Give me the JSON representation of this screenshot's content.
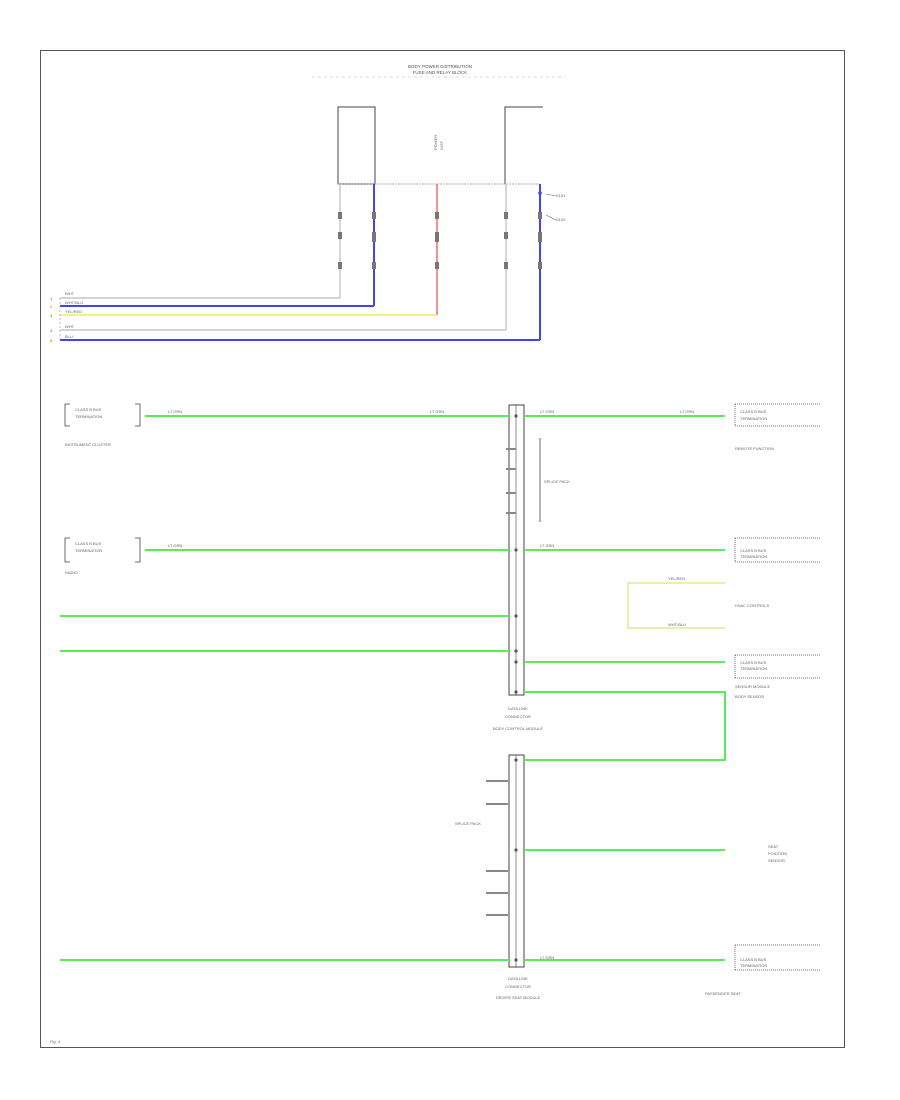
{
  "diagram": {
    "header_line1": "BODY POWER DISTRIBUTION",
    "header_line2": "FUSE AND RELAY BLOCK",
    "page_ref": "Fig. 4",
    "top_connector": {
      "mid_label_1": "POWER",
      "mid_label_2": "DIST",
      "splice_1": "S101",
      "splice_2": "S102"
    },
    "left_wires": [
      {
        "label": "WHT",
        "code": "1"
      },
      {
        "label": "WHT/BLU",
        "code": "2"
      },
      {
        "label": "YEL/RED",
        "code": "3"
      },
      {
        "label": "WHT",
        "code": "4"
      },
      {
        "label": "BLU",
        "code": "5"
      }
    ],
    "modules": [
      {
        "line1": "CLASS B BUS",
        "line2": "TERMINATION",
        "caption": "INSTRUMENT CLUSTER"
      },
      {
        "line1": "CLASS B BUS",
        "line2": "TERMINATION",
        "caption": "RADIO"
      },
      {
        "line1": "CLASS B BUS",
        "line2": "TERMINATION",
        "caption": "REMOTE FUNCTION"
      },
      {
        "line1": "CLASS B BUS",
        "line2": "TERMINATION",
        "caption": "HVAC CONTROLS"
      },
      {
        "line1": "CLASS B BUS",
        "line2": "TERMINATION",
        "caption": "SENSOR MODULE"
      },
      {
        "line1": "CLASS B BUS",
        "line2": "TERMINATION",
        "caption": "PASSENGER SEAT"
      }
    ],
    "splice_block_1": {
      "line1": "DATA LINK",
      "line2": "CONNECTOR",
      "line3": "BODY CONTROL MODULE",
      "side_label": "SPLICE PACK"
    },
    "splice_block_2": {
      "line1": "DATA LINK",
      "line2": "CONNECTOR",
      "line3": "DRIVER SEAT MODULE",
      "side_label": "SPLICE PACK"
    },
    "wire_color_label": "LT GRN",
    "hvac_wires": {
      "a": "YEL/RED",
      "b": "WHT/BLU"
    },
    "right_caption_sensor": "BODY SENSOR",
    "sensor_text": {
      "line1": "SEAT",
      "line2": "POSITION",
      "line3": "SENSOR"
    }
  }
}
